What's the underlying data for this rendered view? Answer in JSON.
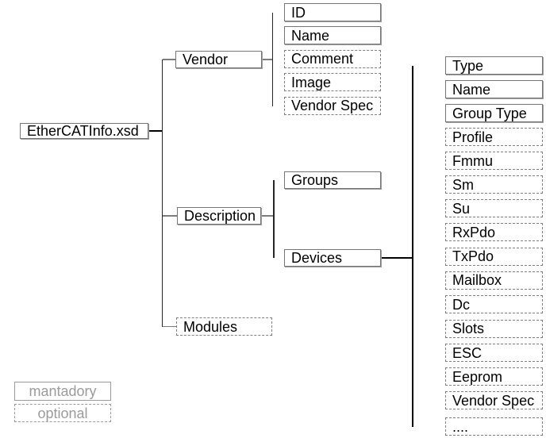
{
  "diagram": {
    "root": {
      "label": "EtherCATInfo.xsd",
      "style": "mandatory"
    },
    "level1": [
      {
        "label": "Vendor",
        "style": "mandatory"
      },
      {
        "label": "Description",
        "style": "mandatory"
      },
      {
        "label": "Modules",
        "style": "optional"
      }
    ],
    "vendor_children": [
      {
        "label": "ID",
        "style": "mandatory"
      },
      {
        "label": "Name",
        "style": "mandatory"
      },
      {
        "label": "Comment",
        "style": "optional"
      },
      {
        "label": "Image",
        "style": "optional"
      },
      {
        "label": "Vendor Spec",
        "style": "optional"
      }
    ],
    "description_children": [
      {
        "label": "Groups",
        "style": "mandatory"
      },
      {
        "label": "Devices",
        "style": "mandatory"
      }
    ],
    "devices_children": [
      {
        "label": "Type",
        "style": "mandatory"
      },
      {
        "label": "Name",
        "style": "mandatory"
      },
      {
        "label": "Group Type",
        "style": "mandatory"
      },
      {
        "label": "Profile",
        "style": "optional"
      },
      {
        "label": "Fmmu",
        "style": "optional"
      },
      {
        "label": "Sm",
        "style": "optional"
      },
      {
        "label": "Su",
        "style": "optional"
      },
      {
        "label": "RxPdo",
        "style": "optional"
      },
      {
        "label": "TxPdo",
        "style": "optional"
      },
      {
        "label": "Mailbox",
        "style": "optional"
      },
      {
        "label": "Dc",
        "style": "optional"
      },
      {
        "label": "Slots",
        "style": "optional"
      },
      {
        "label": "ESC",
        "style": "optional"
      },
      {
        "label": "Eeprom",
        "style": "optional"
      },
      {
        "label": "Vendor Spec",
        "style": "optional"
      },
      {
        "label": "....",
        "style": "optional"
      }
    ],
    "legend": {
      "mandatory": "mantadory",
      "optional": "optional"
    },
    "colors": {
      "node_border_solid": "#757575",
      "node_border_dashed": "#808080",
      "node_text": "#000000",
      "connector_thin": "#7d7d7d",
      "connector_thick": "#000000",
      "legend_gray": "#9b9b9b",
      "background": "#ffffff"
    }
  }
}
